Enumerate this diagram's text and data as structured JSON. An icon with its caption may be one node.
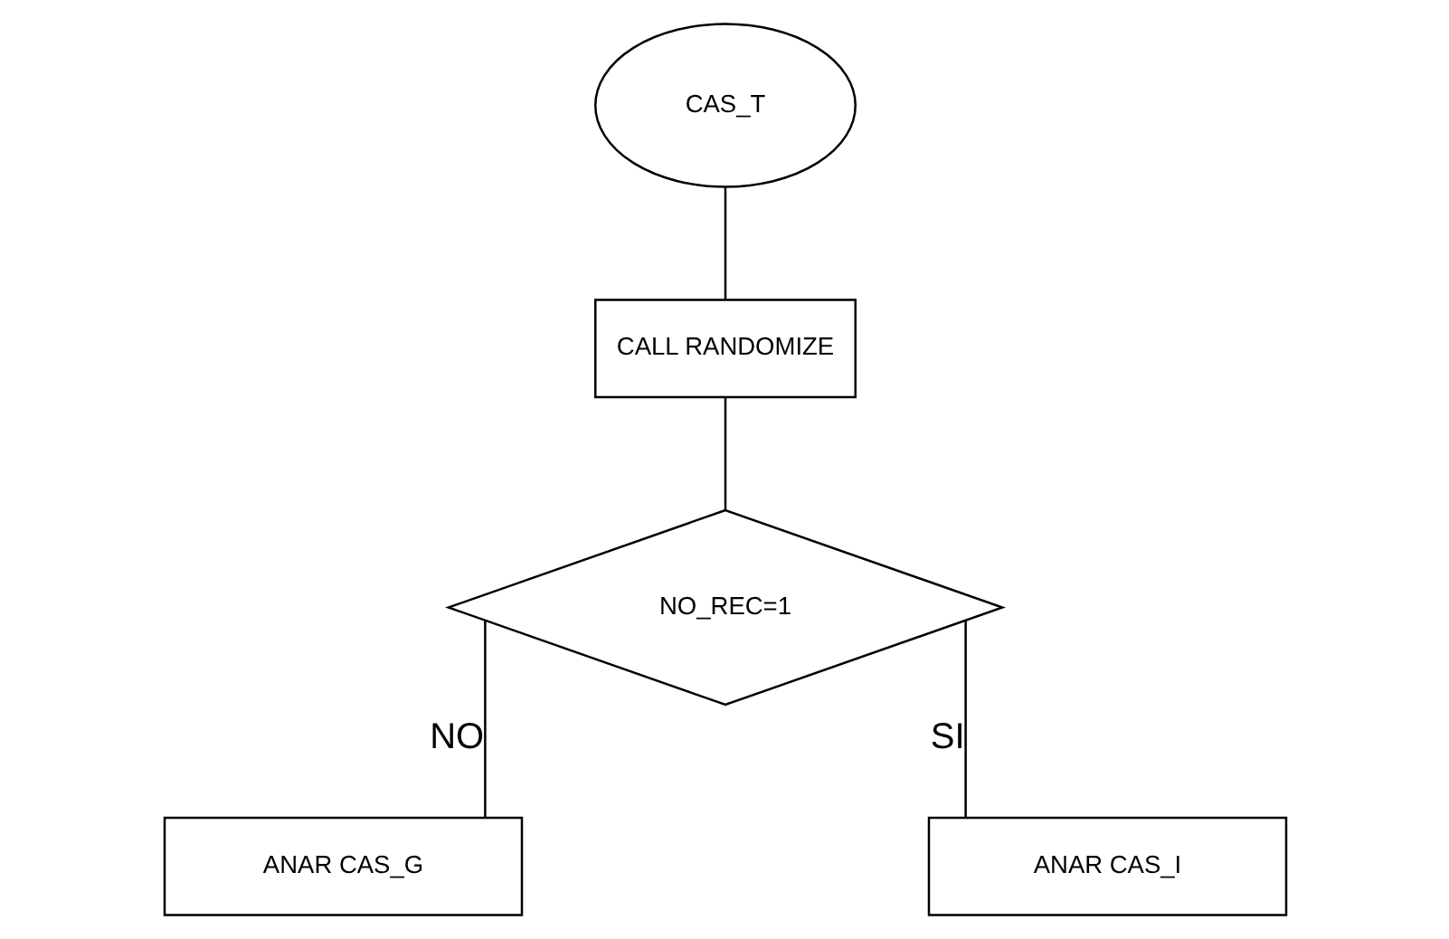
{
  "diagram": {
    "nodes": [
      {
        "text": [
          "CAS_T"
        ]
      },
      {
        "text": [
          "CALL RANDOMIZE"
        ]
      },
      {
        "text": [
          "NO_REC=1"
        ]
      },
      {
        "text": [
          "ANAR CAS_G"
        ]
      },
      {
        "text": [
          "ANAR CAS_I"
        ]
      }
    ],
    "edges": [
      {
        "from": 0,
        "to": 1,
        "arrow": "none"
      },
      {
        "from": 1,
        "to": 2,
        "arrow": "none"
      },
      {
        "from": 2,
        "to": 3,
        "arrow": "none",
        "label": "NO"
      },
      {
        "from": 2,
        "to": 4,
        "arrow": "none",
        "label": "SI"
      }
    ]
  }
}
